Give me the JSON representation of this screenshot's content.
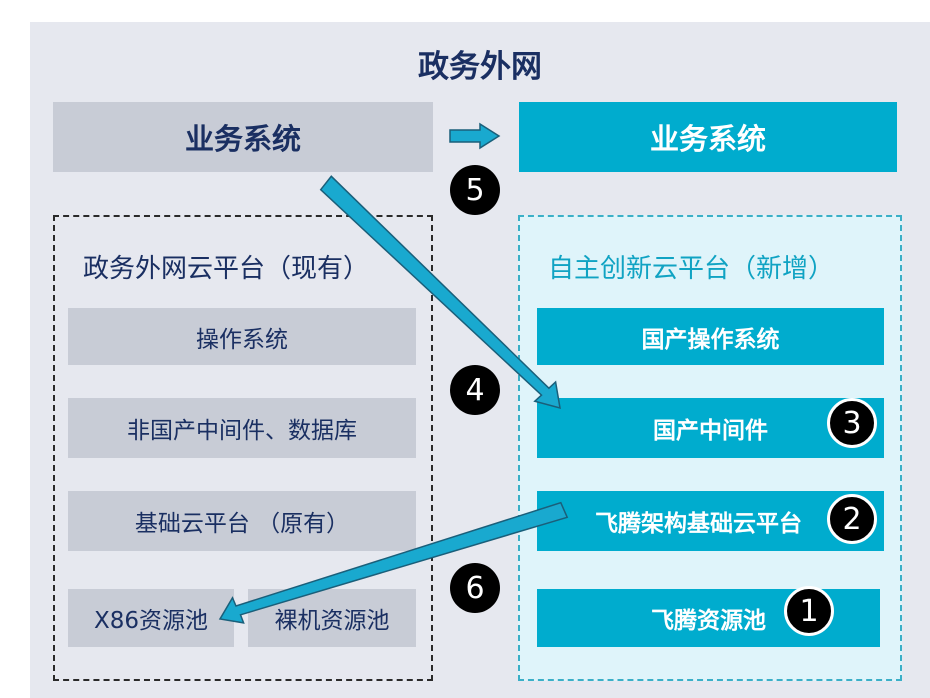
{
  "title": "政务外网",
  "top": {
    "left_box": "业务系统",
    "right_box": "业务系统"
  },
  "left_panel": {
    "title": "政务外网云平台（现有）",
    "items": [
      "操作系统",
      "非国产中间件、数据库",
      "基础云平台 （原有）"
    ],
    "bottom_items": [
      "X86资源池",
      "裸机资源池"
    ]
  },
  "right_panel": {
    "title": "自主创新云平台（新增）",
    "items": [
      "国产操作系统",
      "国产中间件",
      "飞腾架构基础云平台",
      "飞腾资源池"
    ]
  },
  "badges": [
    "5",
    "4",
    "3",
    "2",
    "6",
    "1"
  ],
  "colors": {
    "background": "#e6e8ef",
    "existing_box": "#c8ccd6",
    "new_box": "#00acce",
    "new_panel": "#dff4fa",
    "text_dark": "#1a2f62",
    "arrow_fill": "#19a9cf"
  }
}
